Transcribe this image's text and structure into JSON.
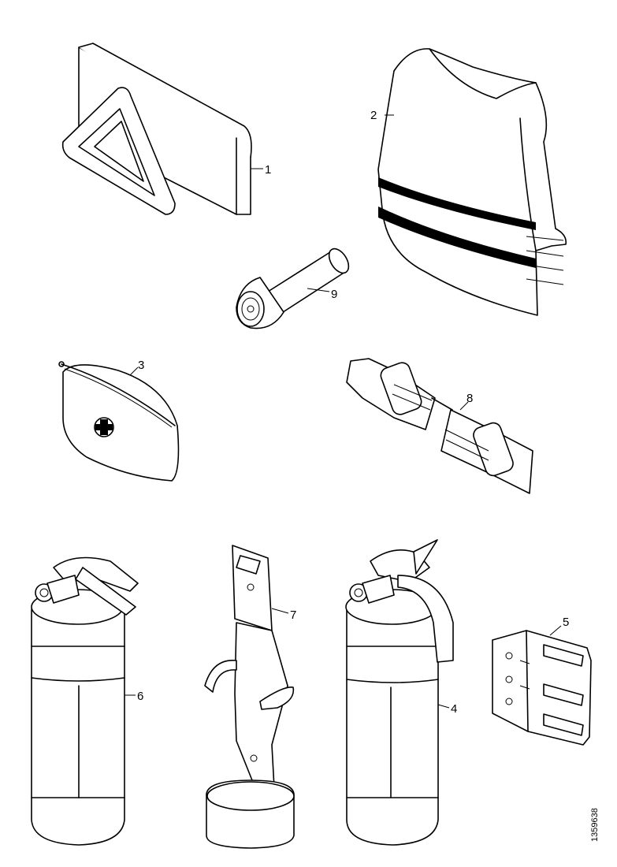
{
  "callouts": [
    {
      "id": "c1",
      "text": "1"
    },
    {
      "id": "c2",
      "text": "2"
    },
    {
      "id": "c3",
      "text": "3"
    },
    {
      "id": "c4",
      "text": "4"
    },
    {
      "id": "c5",
      "text": "5"
    },
    {
      "id": "c6",
      "text": "6"
    },
    {
      "id": "c7",
      "text": "7"
    },
    {
      "id": "c8",
      "text": "8"
    },
    {
      "id": "c9",
      "text": "9"
    }
  ],
  "drawing_number": "1359638"
}
